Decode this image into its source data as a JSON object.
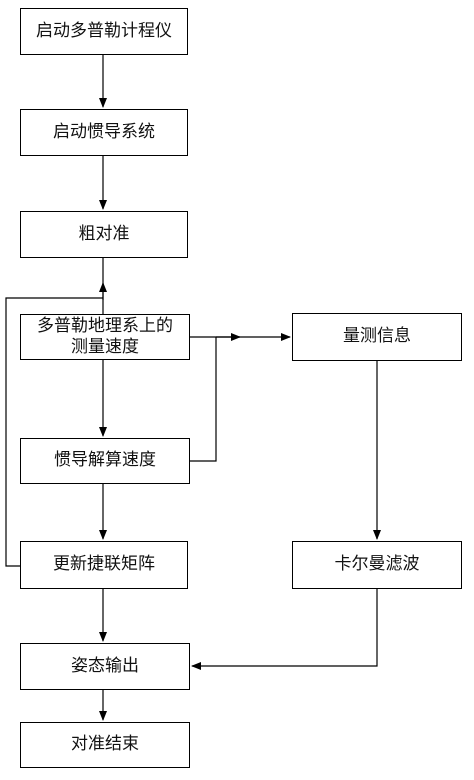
{
  "flowchart": {
    "nodes": {
      "start_doppler": "启动多普勒计程仪",
      "start_ins": "启动惯导系统",
      "coarse_align": "粗对准",
      "doppler_velocity_line1": "多普勒地理系上的",
      "doppler_velocity_line2": "测量速度",
      "ins_velocity": "惯导解算速度",
      "update_dcm": "更新捷联矩阵",
      "measurement": "量测信息",
      "kalman": "卡尔曼滤波",
      "attitude_output": "姿态输出",
      "align_end": "对准结束"
    }
  }
}
